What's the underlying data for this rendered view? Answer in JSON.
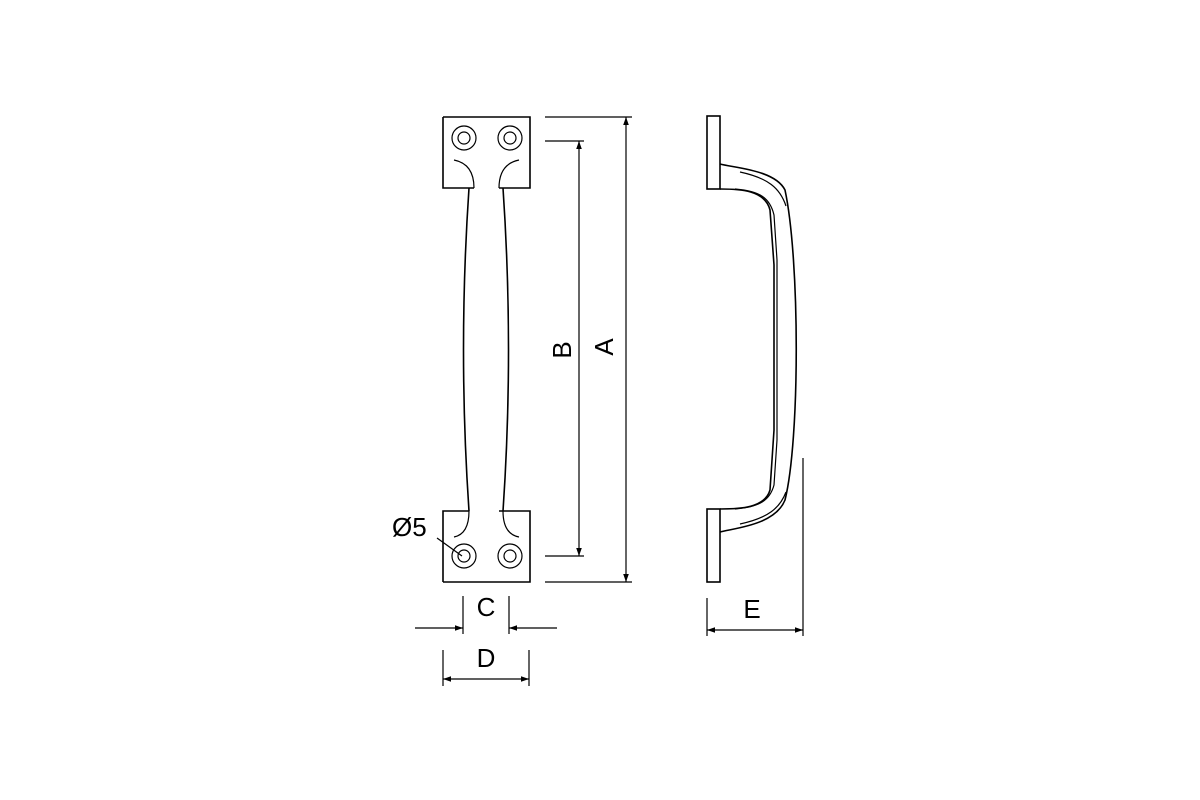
{
  "drawing": {
    "title": "Handle technical drawing",
    "line_color": "#000000",
    "background": "#ffffff"
  },
  "dimensions": {
    "A": "A",
    "B": "B",
    "C": "C",
    "D": "D",
    "E": "E",
    "hole_diameter": "Ø5"
  },
  "views": {
    "front": "front-view",
    "side": "side-view"
  }
}
